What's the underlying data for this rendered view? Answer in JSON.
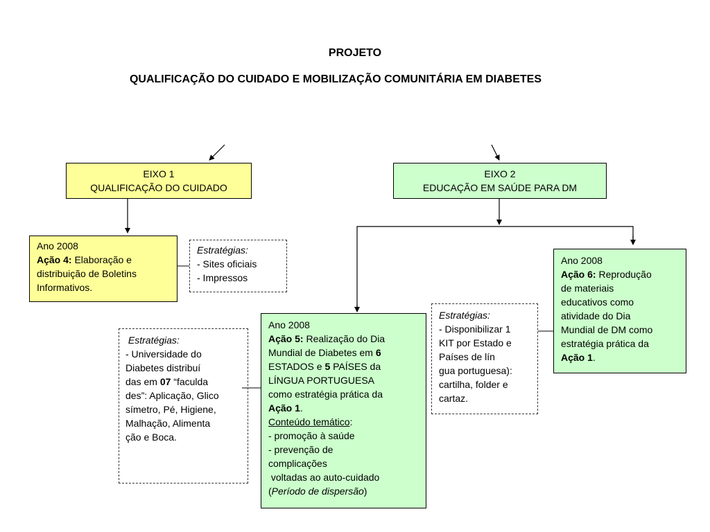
{
  "header": {
    "projeto": "PROJETO",
    "title": "QUALIFICAÇÃO DO CUIDADO E MOBILIZAÇÃO COMUNITÁRIA EM DIABETES"
  },
  "eixo1": {
    "label": "EIXO 1",
    "subtitle": "QUALIFICAÇÃO DO CUIDADO"
  },
  "eixo2": {
    "label": "EIXO 2",
    "subtitle": "EDUCAÇÃO EM SAÚDE PARA DM"
  },
  "acao4": {
    "ano": "Ano 2008",
    "acao": "Ação 4:",
    "text1": " Elaboração e",
    "text2": "distribuição de Boletins",
    "text3": "Informativos."
  },
  "estrategias4": {
    "label": "Estratégias:",
    "items": [
      "- Sites oficiais",
      "- Impressos"
    ]
  },
  "acao6": {
    "ano": "Ano 2008",
    "acao": "Ação 6:",
    "lines": [
      " Reprodução",
      "de materiais",
      "educativos  como",
      "atividade do Dia",
      "Mundial de DM como",
      "estratégia prática da"
    ],
    "ref": "Ação 1",
    "end": "."
  },
  "estrategias6": {
    "label": "Estratégias:",
    "lines": [
      "- Disponibilizar  1",
      "KIT por Estado e",
      "Países de lín",
      "gua portuguesa):",
      "cartilha, folder e",
      "cartaz."
    ]
  },
  "acao5": {
    "ano": "Ano 2008",
    "acao": "Ação 5:",
    "l1": " Realização do Dia",
    "l2a": "Mundial de Diabetes em ",
    "n6": "6",
    "l3a": " ESTADOS e ",
    "n5": "5",
    "l3b": " PAÍSES da",
    "l4": "LÍNGUA PORTUGUESA",
    "l5": "como estratégia prática da",
    "ref": "Ação 1",
    "end": ".",
    "conteudo": "Conteúdo temático",
    "colon": ":",
    "items": [
      "- promoção à saúde",
      "- prevenção de",
      "complicações",
      " voltadas ao auto-cuidado"
    ],
    "periodo_open": "(",
    "periodo": "Período de dispersão",
    "periodo_close": ")"
  },
  "estrategias5": {
    "label": " Estratégias:",
    "l1": "- Universidade do",
    "l2": "Diabetes distribuí",
    "l3a": "das em ",
    "n07": "07",
    "l3b": " “faculda",
    "l4": "des”: Aplicação, Glico",
    "l5": "símetro, Pé, Higiene,",
    "l6": "Malhação, Alimenta",
    "l7": "ção e Boca."
  }
}
